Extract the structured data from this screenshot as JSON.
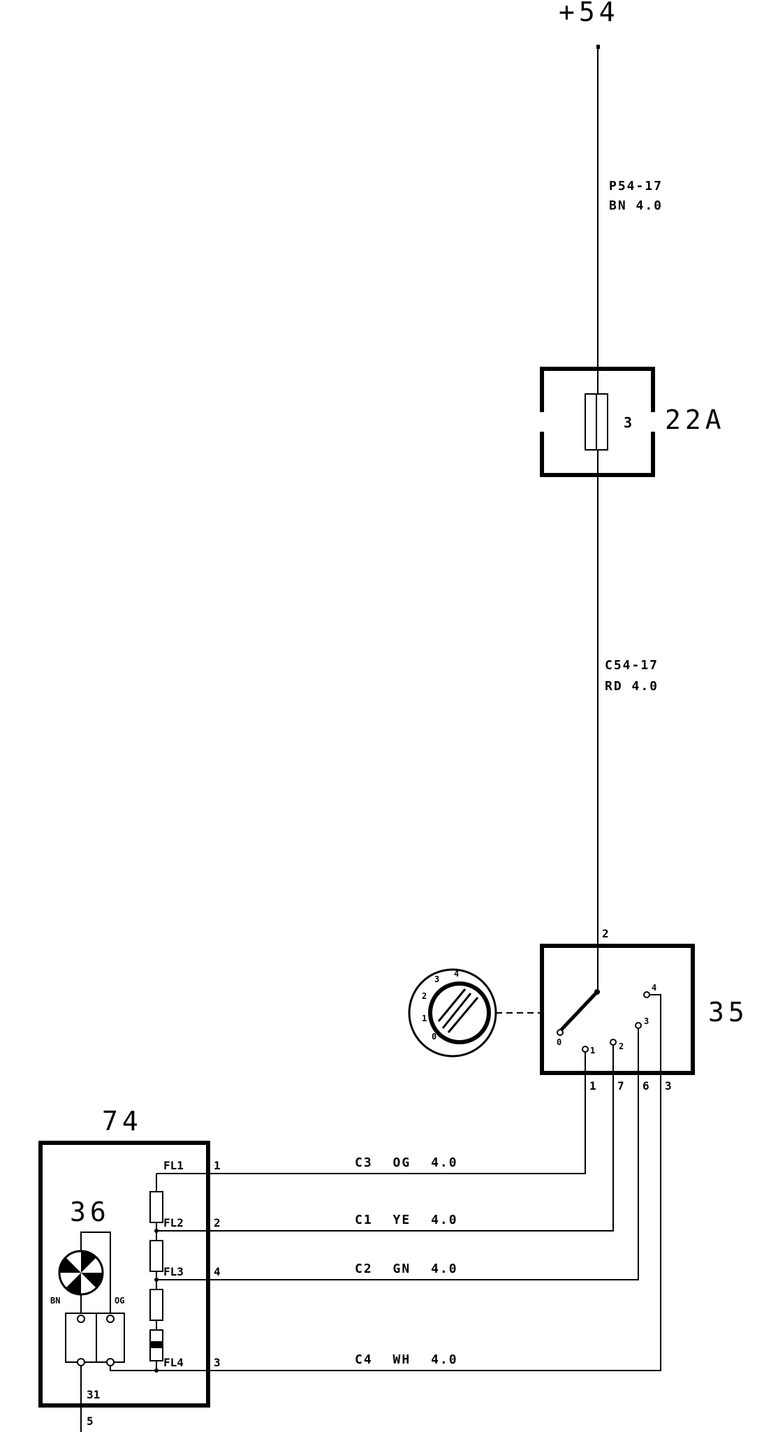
{
  "supply": {
    "label": "+54"
  },
  "wire_top": {
    "code": "P54-17",
    "spec": "BN 4.0"
  },
  "fuse": {
    "id": "22A",
    "number": "3"
  },
  "wire_mid": {
    "code": "C54-17",
    "spec": "RD 4.0"
  },
  "switch": {
    "id": "35",
    "input_pin": "2",
    "positions": [
      "0",
      "1",
      "2",
      "3",
      "4"
    ],
    "knob_positions": [
      "0",
      "1",
      "2",
      "3",
      "4"
    ],
    "output_pins": [
      "1",
      "7",
      "6",
      "3"
    ]
  },
  "unit": {
    "id": "74",
    "motor_id": "36",
    "motor_left_label": "BN",
    "motor_right_label": "OG",
    "ground_pin": "31",
    "ground_wire_pin": "5",
    "resistor_taps": [
      {
        "name": "FL1",
        "pin": "1"
      },
      {
        "name": "FL2",
        "pin": "2"
      },
      {
        "name": "FL3",
        "pin": "4"
      },
      {
        "name": "FL4",
        "pin": "3"
      }
    ]
  },
  "harness": [
    {
      "circuit": "C3",
      "color": "OG",
      "size": "4.0"
    },
    {
      "circuit": "C1",
      "color": "YE",
      "size": "4.0"
    },
    {
      "circuit": "C2",
      "color": "GN",
      "size": "4.0"
    },
    {
      "circuit": "C4",
      "color": "WH",
      "size": "4.0"
    }
  ]
}
